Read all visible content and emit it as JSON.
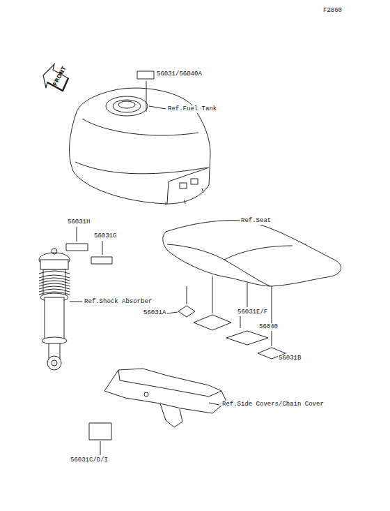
{
  "diagram": {
    "labels": [
      "F2860",
      "FRONT",
      "56031/56040A",
      "Ref.Fuel Tank",
      "56031H",
      "56031G",
      "Ref.Seat",
      "Ref.Shock Absorber",
      "56031A",
      "56031E/F",
      "56040",
      "56031B",
      "Ref.Side Covers/Chain Cover",
      "56031C/D/I"
    ]
  }
}
